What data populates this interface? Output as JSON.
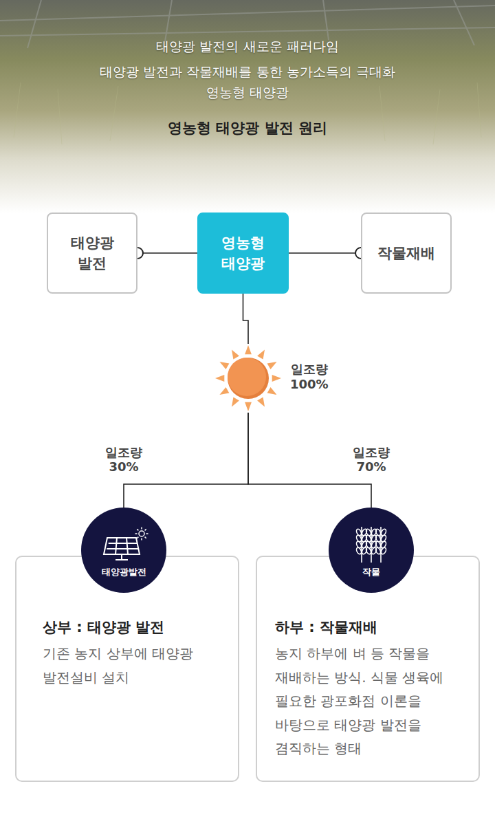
{
  "diagram": {
    "title": "영농형 태양광 발전 원리",
    "nodes": [
      {
        "text": [
          "태양광 발전"
        ]
      },
      {
        "text": [
          "영농형 태양광"
        ]
      },
      {
        "text": [
          "작물재배"
        ]
      },
      {
        "text": [
          "일조량 100%"
        ]
      },
      {
        "text": [
          "태양광발전"
        ]
      },
      {
        "text": [
          "작물"
        ]
      },
      {
        "text": [
          "상부 : 태양광 발전",
          "기존 농지 상부에 태양광 발전설비 설치"
        ]
      },
      {
        "text": [
          "하부 : 작물재배",
          "농지 하부에 벼 등 작물을 재배하는 방식. 식물 생육에 필요한 광포화점 이론을 바탕으로 태양광 발전을 겸직하는 형태"
        ]
      }
    ],
    "edges": [
      {
        "from": 1,
        "to": 0,
        "arrow": "none"
      },
      {
        "from": 1,
        "to": 2,
        "arrow": "none"
      },
      {
        "from": 1,
        "to": 3,
        "arrow": "none"
      },
      {
        "from": 3,
        "to": 4,
        "label": "일조량 30%",
        "arrow": "none"
      },
      {
        "from": 3,
        "to": 5,
        "label": "일조량 70%",
        "arrow": "none"
      }
    ],
    "labels": [
      "태양광 발전의 새로운 패러다임",
      "태양광 발전과 작물재배를 통한 농가소득의 극대화",
      "영농형 태양광"
    ]
  }
}
